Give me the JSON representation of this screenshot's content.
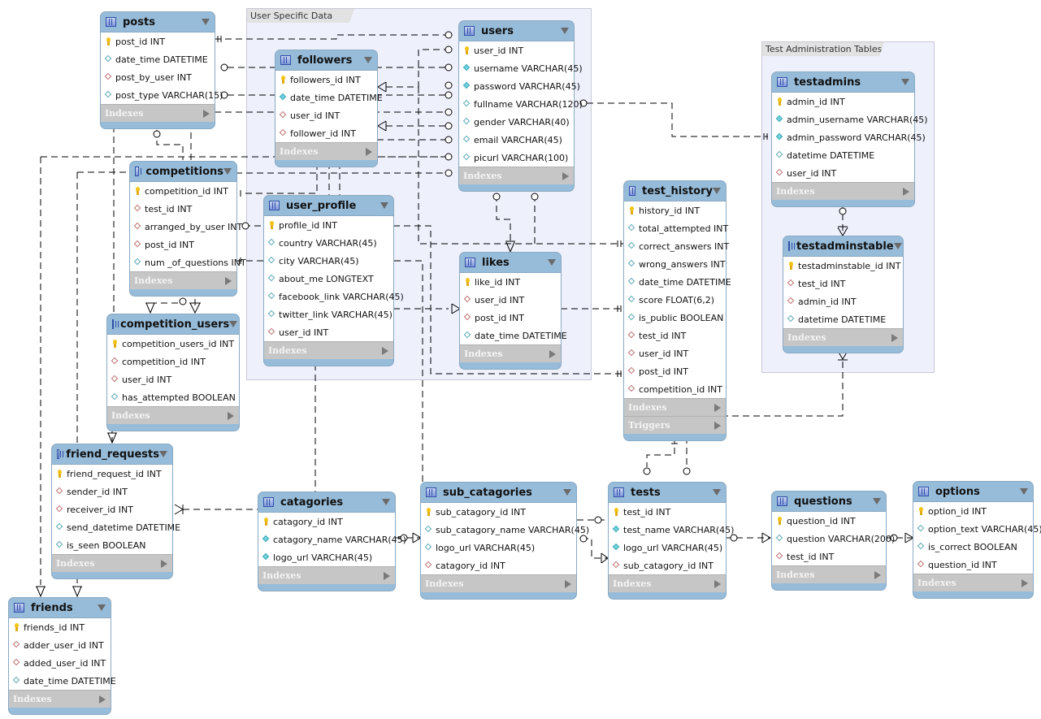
{
  "layers": [
    {
      "id": "user-specific",
      "title": "User Specific Data"
    },
    {
      "id": "test-admin",
      "title": "Test Administration Tables"
    }
  ],
  "section_labels": {
    "indexes": "Indexes",
    "triggers": "Triggers"
  },
  "tables": {
    "posts": {
      "name": "posts",
      "columns": [
        {
          "icon": "key",
          "text": "post_id INT"
        },
        {
          "icon": "idx",
          "text": "date_time DATETIME"
        },
        {
          "icon": "fk",
          "text": "post_by_user INT"
        },
        {
          "icon": "idx",
          "text": "post_type VARCHAR(15)"
        }
      ]
    },
    "followers": {
      "name": "followers",
      "columns": [
        {
          "icon": "key",
          "text": "followers_id INT"
        },
        {
          "icon": "nn",
          "text": "date_time DATETIME"
        },
        {
          "icon": "fk",
          "text": "user_id INT"
        },
        {
          "icon": "fk",
          "text": "follower_id INT"
        }
      ]
    },
    "users": {
      "name": "users",
      "columns": [
        {
          "icon": "key",
          "text": "user_id INT"
        },
        {
          "icon": "nn",
          "text": "username VARCHAR(45)"
        },
        {
          "icon": "nn",
          "text": "password VARCHAR(45)"
        },
        {
          "icon": "idx",
          "text": "fullname VARCHAR(120)"
        },
        {
          "icon": "idx",
          "text": "gender VARCHAR(40)"
        },
        {
          "icon": "idx",
          "text": "email VARCHAR(45)"
        },
        {
          "icon": "idx",
          "text": "picurl VARCHAR(100)"
        }
      ]
    },
    "competitions": {
      "name": "competitions",
      "columns": [
        {
          "icon": "key",
          "text": "competition_id INT"
        },
        {
          "icon": "fk",
          "text": "test_id INT"
        },
        {
          "icon": "fk",
          "text": "arranged_by_user INT"
        },
        {
          "icon": "fk",
          "text": "post_id INT"
        },
        {
          "icon": "idx",
          "text": "num _of_questions INT"
        }
      ]
    },
    "user_profile": {
      "name": "user_profile",
      "columns": [
        {
          "icon": "key",
          "text": "profile_id INT"
        },
        {
          "icon": "idx",
          "text": "country VARCHAR(45)"
        },
        {
          "icon": "idx",
          "text": "city VARCHAR(45)"
        },
        {
          "icon": "idx",
          "text": "about_me LONGTEXT"
        },
        {
          "icon": "idx",
          "text": "facebook_link VARCHAR(45)"
        },
        {
          "icon": "idx",
          "text": "twitter_link VARCHAR(45)"
        },
        {
          "icon": "fk",
          "text": "user_id INT"
        }
      ]
    },
    "likes": {
      "name": "likes",
      "columns": [
        {
          "icon": "key",
          "text": "like_id INT"
        },
        {
          "icon": "fk",
          "text": "user_id INT"
        },
        {
          "icon": "fk",
          "text": "post_id INT"
        },
        {
          "icon": "idx",
          "text": "date_time DATETIME"
        }
      ]
    },
    "test_history": {
      "name": "test_history",
      "columns": [
        {
          "icon": "key",
          "text": "history_id INT"
        },
        {
          "icon": "idx",
          "text": "total_attempted INT"
        },
        {
          "icon": "idx",
          "text": "correct_answers INT"
        },
        {
          "icon": "idx",
          "text": "wrong_answers INT"
        },
        {
          "icon": "idx",
          "text": "date_time DATETIME"
        },
        {
          "icon": "idx",
          "text": "score FLOAT(6,2)"
        },
        {
          "icon": "idx",
          "text": "is_public BOOLEAN"
        },
        {
          "icon": "fk",
          "text": "test_id INT"
        },
        {
          "icon": "fk",
          "text": "user_id INT"
        },
        {
          "icon": "fk",
          "text": "post_id INT"
        },
        {
          "icon": "fk",
          "text": "competition_id INT"
        }
      ]
    },
    "testadmins": {
      "name": "testadmins",
      "columns": [
        {
          "icon": "key",
          "text": "admin_id INT"
        },
        {
          "icon": "nn",
          "text": "admin_username VARCHAR(45)"
        },
        {
          "icon": "nn",
          "text": "admin_password VARCHAR(45)"
        },
        {
          "icon": "idx",
          "text": "datetime DATETIME"
        },
        {
          "icon": "fk",
          "text": "user_id INT"
        }
      ]
    },
    "testadminstable": {
      "name": "testadminstable",
      "columns": [
        {
          "icon": "key",
          "text": "testadminstable_id INT"
        },
        {
          "icon": "fk",
          "text": "test_id INT"
        },
        {
          "icon": "fk",
          "text": "admin_id INT"
        },
        {
          "icon": "idx",
          "text": "datetime DATETIME"
        }
      ]
    },
    "competition_users": {
      "name": "competition_users",
      "columns": [
        {
          "icon": "key",
          "text": "competition_users_id INT"
        },
        {
          "icon": "fk",
          "text": "competition_id INT"
        },
        {
          "icon": "fk",
          "text": "user_id INT"
        },
        {
          "icon": "idx",
          "text": "has_attempted BOOLEAN"
        }
      ]
    },
    "friend_requests": {
      "name": "friend_requests",
      "columns": [
        {
          "icon": "key",
          "text": "friend_request_id INT"
        },
        {
          "icon": "fk",
          "text": "sender_id INT"
        },
        {
          "icon": "fk",
          "text": "receiver_id INT"
        },
        {
          "icon": "idx",
          "text": "send_datetime DATETIME"
        },
        {
          "icon": "idx",
          "text": "is_seen BOOLEAN"
        }
      ]
    },
    "friends": {
      "name": "friends",
      "columns": [
        {
          "icon": "key",
          "text": "friends_id INT"
        },
        {
          "icon": "fk",
          "text": "adder_user_id INT"
        },
        {
          "icon": "fk",
          "text": "added_user_id INT"
        },
        {
          "icon": "idx",
          "text": "date_time DATETIME"
        }
      ]
    },
    "catagories": {
      "name": "catagories",
      "columns": [
        {
          "icon": "key",
          "text": "catagory_id INT"
        },
        {
          "icon": "nn",
          "text": "catagory_name VARCHAR(45)"
        },
        {
          "icon": "nn",
          "text": "logo_url VARCHAR(45)"
        }
      ]
    },
    "sub_catagories": {
      "name": "sub_catagories",
      "columns": [
        {
          "icon": "key",
          "text": "sub_catagory_id INT"
        },
        {
          "icon": "idx",
          "text": "sub_catagory_name VARCHAR(45)"
        },
        {
          "icon": "idx",
          "text": "logo_url VARCHAR(45)"
        },
        {
          "icon": "fk",
          "text": "catagory_id INT"
        }
      ]
    },
    "tests": {
      "name": "tests",
      "columns": [
        {
          "icon": "key",
          "text": "test_id INT"
        },
        {
          "icon": "nn",
          "text": "test_name VARCHAR(45)"
        },
        {
          "icon": "nn",
          "text": "logo_url VARCHAR(45)"
        },
        {
          "icon": "fk",
          "text": "sub_catagory_id INT"
        }
      ]
    },
    "questions": {
      "name": "questions",
      "columns": [
        {
          "icon": "key",
          "text": "question_id INT"
        },
        {
          "icon": "idx",
          "text": "question VARCHAR(200)"
        },
        {
          "icon": "fk",
          "text": "test_id INT"
        }
      ]
    },
    "options": {
      "name": "options",
      "columns": [
        {
          "icon": "key",
          "text": "option_id INT"
        },
        {
          "icon": "idx",
          "text": "option_text VARCHAR(45)"
        },
        {
          "icon": "idx",
          "text": "is_correct BOOLEAN"
        },
        {
          "icon": "fk",
          "text": "question_id INT"
        }
      ]
    }
  }
}
